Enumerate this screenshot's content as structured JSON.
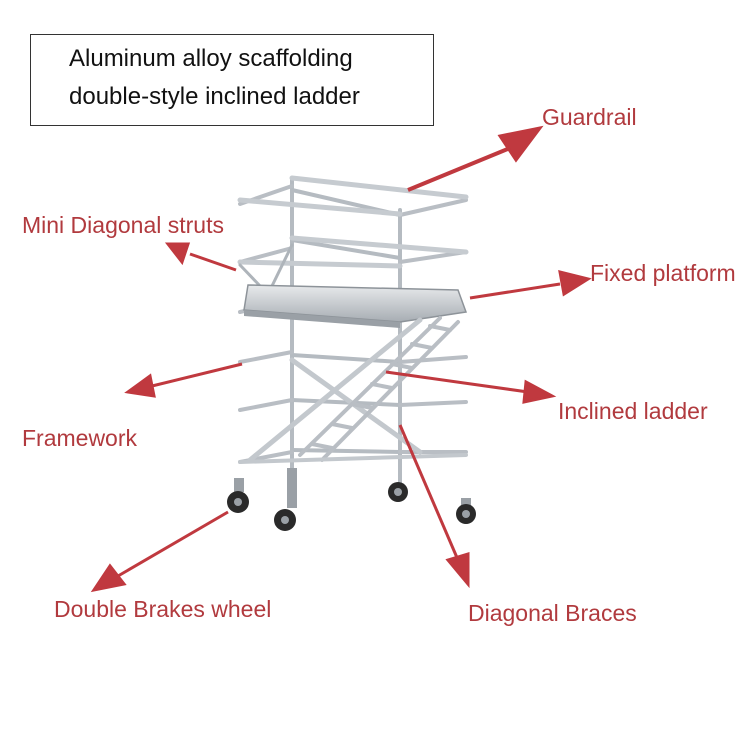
{
  "title": {
    "line1": "Aluminum alloy scaffolding",
    "line2": "double-style inclined ladder"
  },
  "labels": {
    "guardrail": "Guardrail",
    "mini_diagonal_struts": "Mini Diagonal struts",
    "fixed_platform": "Fixed platform",
    "inclined_ladder": "Inclined ladder",
    "framework": "Framework",
    "double_brakes_wheel": "Double Brakes wheel",
    "diagonal_braces": "Diagonal Braces"
  },
  "colors": {
    "label": "#b13a3e",
    "arrow": "#c0393f",
    "metal": "#b9bec4",
    "metal_dark": "#8a9097",
    "wheel": "#2a2a2a"
  }
}
